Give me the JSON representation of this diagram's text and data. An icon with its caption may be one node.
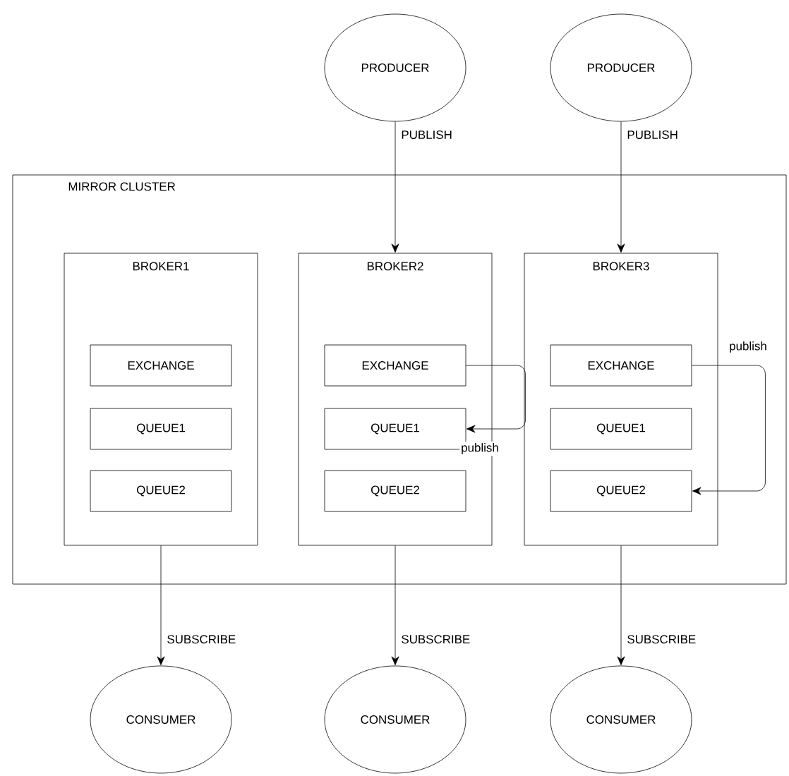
{
  "diagram": {
    "nodes": [
      {
        "text": [
          "PRODUCER"
        ]
      },
      {
        "text": [
          "PRODUCER"
        ]
      },
      {
        "text": [
          "MIRROR CLUSTER"
        ]
      },
      {
        "text": [
          "BROKER1"
        ],
        "in": 2
      },
      {
        "text": [
          "EXCHANGE"
        ],
        "in": 3
      },
      {
        "text": [
          "QUEUE1"
        ],
        "in": 3
      },
      {
        "text": [
          "QUEUE2"
        ],
        "in": 3
      },
      {
        "text": [
          "BROKER2"
        ],
        "in": 2
      },
      {
        "text": [
          "EXCHANGE"
        ],
        "in": 7
      },
      {
        "text": [
          "QUEUE1"
        ],
        "in": 7
      },
      {
        "text": [
          "QUEUE2"
        ],
        "in": 7
      },
      {
        "text": [
          "BROKER3"
        ],
        "in": 2
      },
      {
        "text": [
          "EXCHANGE"
        ],
        "in": 11
      },
      {
        "text": [
          "QUEUE1"
        ],
        "in": 11
      },
      {
        "text": [
          "QUEUE2"
        ],
        "in": 11
      },
      {
        "text": [
          "CONSUMER"
        ]
      },
      {
        "text": [
          "CONSUMER"
        ]
      },
      {
        "text": [
          "CONSUMER"
        ]
      }
    ],
    "edges": [
      {
        "from": 0,
        "to": 7,
        "arrow": "to",
        "label": "PUBLISH"
      },
      {
        "from": 1,
        "to": 11,
        "arrow": "to",
        "label": "PUBLISH"
      },
      {
        "from": 8,
        "to": 9,
        "arrow": "to",
        "label": "publish"
      },
      {
        "from": 12,
        "to": 14,
        "arrow": "to",
        "label": "publish"
      },
      {
        "from": 3,
        "to": 15,
        "arrow": "to",
        "label": "SUBSCRIBE"
      },
      {
        "from": 7,
        "to": 16,
        "arrow": "to",
        "label": "SUBSCRIBE"
      },
      {
        "from": 11,
        "to": 17,
        "arrow": "to",
        "label": "SUBSCRIBE"
      }
    ]
  }
}
